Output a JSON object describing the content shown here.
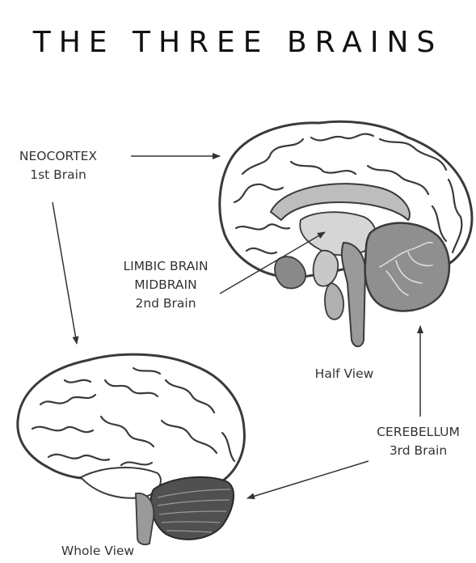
{
  "title": "THE THREE BRAINS",
  "labels": {
    "neocortex": {
      "name": "NEOCORTEX",
      "sub": "1st Brain"
    },
    "limbic": {
      "line1": "LIMBIC BRAIN",
      "line2": "MIDBRAIN",
      "sub": "2nd Brain"
    },
    "cerebellum": {
      "name": "CEREBELLUM",
      "sub": "3rd Brain"
    },
    "half_view": "Half View",
    "whole_view": "Whole View"
  },
  "colors": {
    "outline": "#3a3a3a",
    "cortex_fill": "#ffffff",
    "inner_gray": "#bdbdbd",
    "dark_gray": "#7d7d7d",
    "cerebellum_fill": "#8f8f8f",
    "whole_cerebellum": "#505050"
  },
  "icons": {
    "brain_half": "brain-sagittal-section",
    "brain_whole": "brain-lateral-view"
  }
}
